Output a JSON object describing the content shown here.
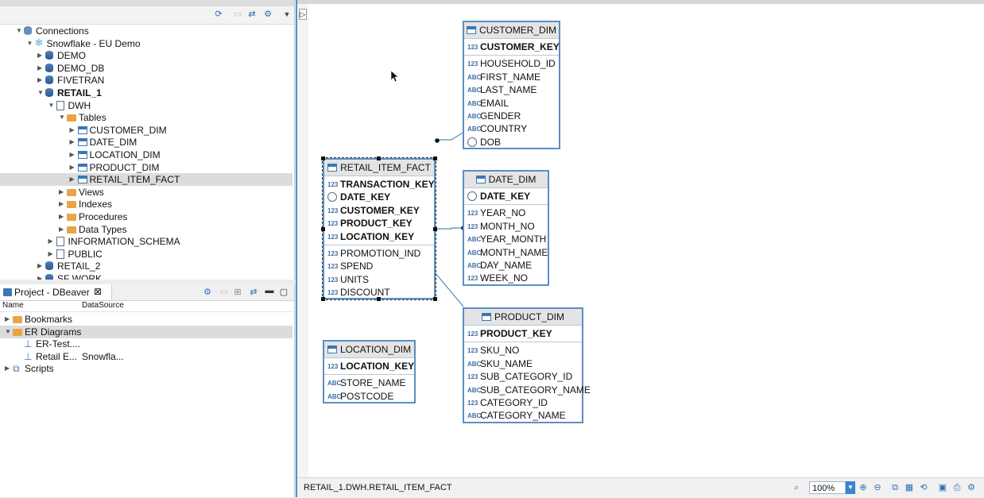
{
  "navigator": {
    "tree": [
      {
        "label": "Connections",
        "level": 0,
        "kind": "folder-conn",
        "state": "open"
      },
      {
        "label": "Snowflake - EU Demo",
        "level": 1,
        "kind": "snowflake",
        "state": "open"
      },
      {
        "label": "DEMO",
        "level": 2,
        "kind": "db",
        "state": "closed"
      },
      {
        "label": "DEMO_DB",
        "level": 2,
        "kind": "db",
        "state": "closed"
      },
      {
        "label": "FIVETRAN",
        "level": 2,
        "kind": "db",
        "state": "closed"
      },
      {
        "label": "RETAIL_1",
        "level": 2,
        "kind": "db",
        "state": "open",
        "bold": true
      },
      {
        "label": "DWH",
        "level": 3,
        "kind": "schema",
        "state": "open"
      },
      {
        "label": "Tables",
        "level": 4,
        "kind": "tables",
        "state": "open"
      },
      {
        "label": "CUSTOMER_DIM",
        "level": 5,
        "kind": "table",
        "state": "closed"
      },
      {
        "label": "DATE_DIM",
        "level": 5,
        "kind": "table",
        "state": "closed"
      },
      {
        "label": "LOCATION_DIM",
        "level": 5,
        "kind": "table",
        "state": "closed"
      },
      {
        "label": "PRODUCT_DIM",
        "level": 5,
        "kind": "table",
        "state": "closed"
      },
      {
        "label": "RETAIL_ITEM_FACT",
        "level": 5,
        "kind": "table",
        "state": "closed",
        "selected": true
      },
      {
        "label": "Views",
        "level": 4,
        "kind": "folder",
        "state": "closed"
      },
      {
        "label": "Indexes",
        "level": 4,
        "kind": "folder",
        "state": "closed"
      },
      {
        "label": "Procedures",
        "level": 4,
        "kind": "folder",
        "state": "closed"
      },
      {
        "label": "Data Types",
        "level": 4,
        "kind": "folder",
        "state": "closed"
      },
      {
        "label": "INFORMATION_SCHEMA",
        "level": 3,
        "kind": "schema",
        "state": "closed"
      },
      {
        "label": "PUBLIC",
        "level": 3,
        "kind": "schema",
        "state": "closed"
      },
      {
        "label": "RETAIL_2",
        "level": 2,
        "kind": "db",
        "state": "closed"
      },
      {
        "label": "SF WORK",
        "level": 2,
        "kind": "db",
        "state": "closed"
      }
    ]
  },
  "project": {
    "tab_label": "Project - DBeaver",
    "col_name": "Name",
    "col_datasource": "DataSource",
    "rows": [
      {
        "label": "Bookmarks",
        "level": 0,
        "kind": "bookmarks",
        "state": "closed",
        "ds": ""
      },
      {
        "label": "ER Diagrams",
        "level": 0,
        "kind": "er",
        "state": "open",
        "ds": "",
        "selected": true
      },
      {
        "label": "ER-Test....",
        "level": 1,
        "kind": "diagram",
        "state": "none",
        "ds": ""
      },
      {
        "label": "Retail E...",
        "level": 1,
        "kind": "diagram",
        "state": "none",
        "ds": "Snowfla..."
      },
      {
        "label": "Scripts",
        "level": 0,
        "kind": "scripts",
        "state": "closed",
        "ds": ""
      }
    ]
  },
  "entities": {
    "customer": {
      "title": "CUSTOMER_DIM",
      "keys": [
        {
          "type": "123",
          "name": "CUSTOMER_KEY"
        }
      ],
      "attrs": [
        {
          "type": "123",
          "name": "HOUSEHOLD_ID"
        },
        {
          "type": "ABC",
          "name": "FIRST_NAME"
        },
        {
          "type": "ABC",
          "name": "LAST_NAME"
        },
        {
          "type": "ABC",
          "name": "EMAIL"
        },
        {
          "type": "ABC",
          "name": "GENDER"
        },
        {
          "type": "ABC",
          "name": "COUNTRY"
        },
        {
          "type": "clock",
          "name": "DOB"
        }
      ]
    },
    "fact": {
      "title": "RETAIL_ITEM_FACT",
      "keys": [
        {
          "type": "123",
          "name": "TRANSACTION_KEY"
        },
        {
          "type": "clock",
          "name": "DATE_KEY"
        },
        {
          "type": "123",
          "name": "CUSTOMER_KEY"
        },
        {
          "type": "123",
          "name": "PRODUCT_KEY"
        },
        {
          "type": "123",
          "name": "LOCATION_KEY"
        }
      ],
      "attrs": [
        {
          "type": "123",
          "name": "PROMOTION_IND"
        },
        {
          "type": "123",
          "name": "SPEND"
        },
        {
          "type": "123",
          "name": "UNITS"
        },
        {
          "type": "123",
          "name": "DISCOUNT"
        }
      ]
    },
    "date": {
      "title": "DATE_DIM",
      "keys": [
        {
          "type": "clock",
          "name": "DATE_KEY"
        }
      ],
      "attrs": [
        {
          "type": "123",
          "name": "YEAR_NO"
        },
        {
          "type": "123",
          "name": "MONTH_NO"
        },
        {
          "type": "ABC",
          "name": "YEAR_MONTH"
        },
        {
          "type": "ABC",
          "name": "MONTH_NAME"
        },
        {
          "type": "ABC",
          "name": "DAY_NAME"
        },
        {
          "type": "123",
          "name": "WEEK_NO"
        }
      ]
    },
    "location": {
      "title": "LOCATION_DIM",
      "keys": [
        {
          "type": "123",
          "name": "LOCATION_KEY"
        }
      ],
      "attrs": [
        {
          "type": "ABC",
          "name": "STORE_NAME"
        },
        {
          "type": "ABC",
          "name": "POSTCODE"
        }
      ]
    },
    "product": {
      "title": "PRODUCT_DIM",
      "keys": [
        {
          "type": "123",
          "name": "PRODUCT_KEY"
        }
      ],
      "attrs": [
        {
          "type": "123",
          "name": "SKU_NO"
        },
        {
          "type": "ABC",
          "name": "SKU_NAME"
        },
        {
          "type": "123",
          "name": "SUB_CATEGORY_ID"
        },
        {
          "type": "ABC",
          "name": "SUB_CATEGORY_NAME"
        },
        {
          "type": "123",
          "name": "CATEGORY_ID"
        },
        {
          "type": "ABC",
          "name": "CATEGORY_NAME"
        }
      ]
    }
  },
  "status": {
    "path": "RETAIL_1.DWH.RETAIL_ITEM_FACT",
    "zoom": "100%"
  }
}
